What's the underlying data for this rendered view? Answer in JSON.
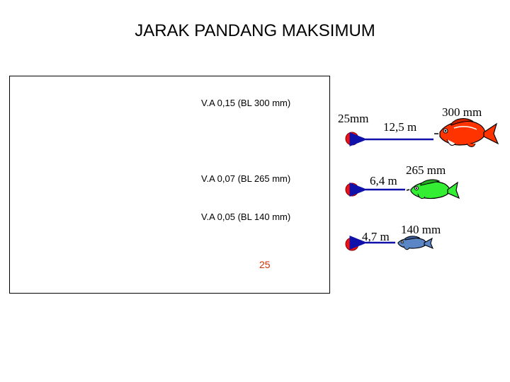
{
  "title": "JARAK PANDANG MAKSIMUM",
  "panel": {
    "rows": [
      {
        "label": "V.A  0,15  (BL 300 mm)"
      },
      {
        "label": "V.A  0,07  (BL 265 mm)"
      },
      {
        "label": "V.A  0,05  (BL 140 mm)"
      }
    ],
    "number": "25"
  },
  "diagram": {
    "target_size": "25mm",
    "fish": [
      {
        "size": "300 mm",
        "distance": "12,5 m",
        "color": "#ff3300"
      },
      {
        "size": "265 mm",
        "distance": "6,4 m",
        "color": "#33ee33"
      },
      {
        "size": "140 mm",
        "distance": "4,7 m",
        "color": "#5b86c6"
      }
    ],
    "dot_color": "#ee1111",
    "arrow_color": "#1010aa",
    "number_color": "#d03000"
  }
}
